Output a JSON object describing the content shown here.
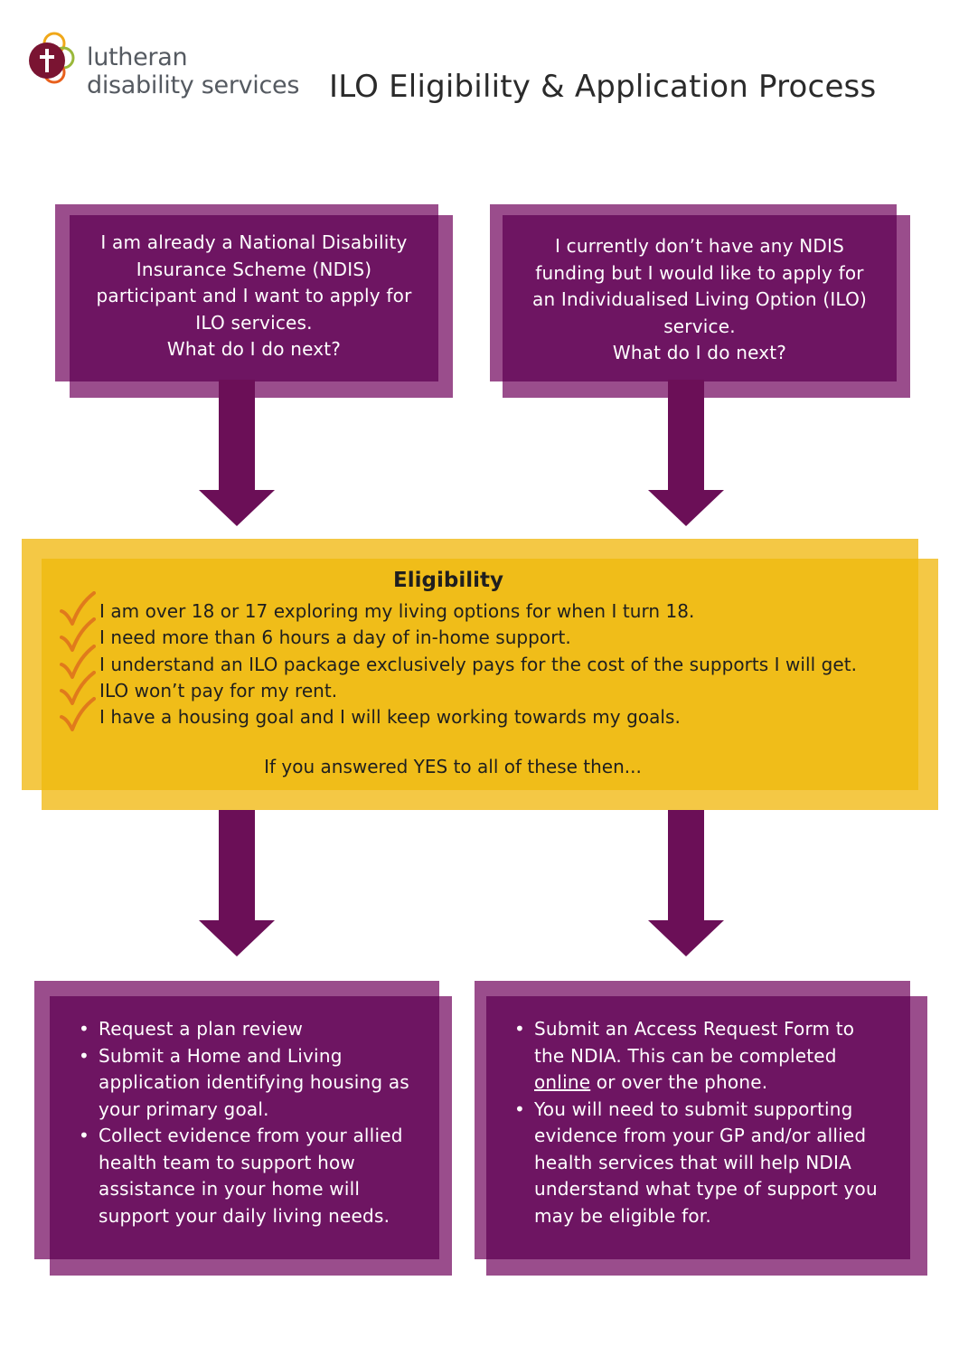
{
  "header": {
    "brand_line1": "lutheran",
    "brand_line2": "disability services",
    "title": "ILO Eligibility & Application Process"
  },
  "colors": {
    "purple_dark": "#6e1562",
    "purple_light": "#9a4d8c",
    "arrow_purple": "#6b0f57",
    "yellow_dark": "#f0bd19",
    "yellow_light": "#f4c845",
    "check_orange": "#e07a1c"
  },
  "top_left_box": {
    "lines": [
      "I am already a National Disability",
      "Insurance Scheme (NDIS)",
      "participant and I want to apply for",
      "ILO services.",
      "What do I do next?"
    ]
  },
  "top_right_box": {
    "lines": [
      "I currently don’t have any NDIS",
      "funding but I would like to apply for",
      "an Individualised Living Option (ILO)",
      "service.",
      "What do I do next?"
    ]
  },
  "eligibility": {
    "title": "Eligibility",
    "icon": "check-icon",
    "items": [
      "I am over 18 or 17 exploring my living options for when I turn 18.",
      "I need more than 6 hours a day of in-home support.",
      "I understand an ILO package exclusively pays for the cost of the supports I will get.",
      "ILO won’t pay for my rent.",
      "I have a housing goal and I will keep working towards my goals."
    ],
    "footer": "If you answered YES to all of these then..."
  },
  "bottom_left_box": {
    "items": [
      "Request a plan review",
      "Submit a Home and Living application identifying housing as your primary goal.",
      "Collect evidence from your allied health team to support how assistance in your home will support your daily living needs."
    ]
  },
  "bottom_right_box": {
    "item1_before": "Submit an Access Request Form to the NDIA. This can be completed ",
    "item1_link": "online",
    "item1_after": " or over the phone.",
    "item2": "You will need to submit supporting evidence from your GP and/or allied health services that will help NDIA understand what type of support you may be eligible for."
  }
}
